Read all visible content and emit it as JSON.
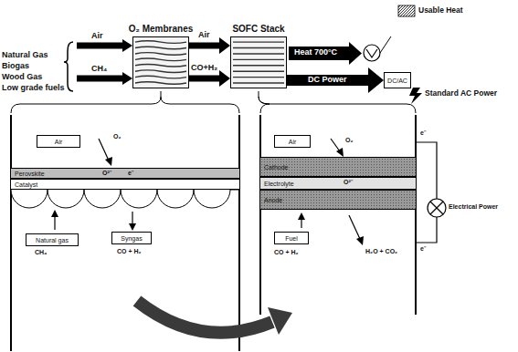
{
  "diagram": {
    "nodes": [
      {
        "text": [
          "O₂ Membranes"
        ]
      },
      {
        "text": [
          "SOFC Stack"
        ]
      },
      {
        "text": [
          "DC/AC"
        ]
      },
      {
        "text": [
          "Air"
        ]
      },
      {
        "text": [
          "Perovskite"
        ]
      },
      {
        "text": [
          "Catalyst"
        ]
      },
      {
        "text": [
          "Natural gas"
        ]
      },
      {
        "text": [
          "Syngas"
        ]
      },
      {
        "text": [
          "Air"
        ]
      },
      {
        "text": [
          "Cathode"
        ]
      },
      {
        "text": [
          "Electrolyte"
        ]
      },
      {
        "text": [
          "Anode"
        ]
      },
      {
        "text": [
          "Fuel"
        ]
      }
    ],
    "edges": [
      {
        "from": 0,
        "to": 1,
        "label": "Air",
        "arrow": "to"
      },
      {
        "from": 0,
        "to": 1,
        "label": "CO+H₂",
        "arrow": "to"
      },
      {
        "from": 1,
        "to": 2,
        "label": "DC Power",
        "arrow": "to"
      }
    ],
    "labels": [
      "Natural Gas",
      "Biogas",
      "Wood Gas",
      "Low grade fuels",
      "Air",
      "CH₄",
      "Heat 700°C",
      "Usable Heat",
      "Standard AC Power",
      "O₂",
      "O²⁻",
      "e⁻",
      "CH₄",
      "CO + H₂",
      "O₂",
      "O²⁻",
      "CO + H₂",
      "H₂O + CO₂",
      "e⁻",
      "e⁻",
      "Electrical Power"
    ]
  }
}
